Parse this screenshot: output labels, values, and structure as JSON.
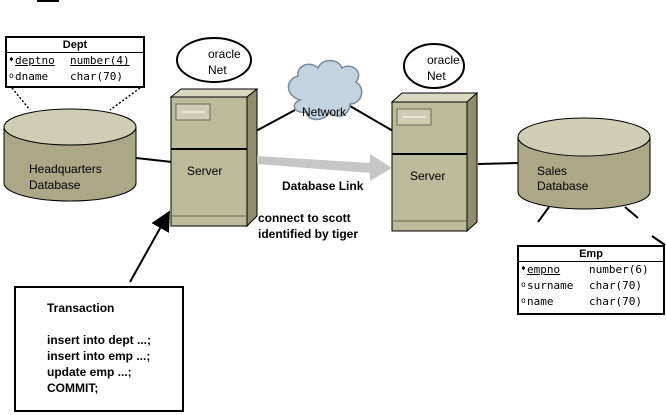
{
  "dept_table": {
    "title": "Dept",
    "rows": [
      {
        "bullet": "♦",
        "name": "deptno",
        "type": "number(4)"
      },
      {
        "bullet": "o",
        "name": "dname",
        "type": "char(70)"
      }
    ]
  },
  "emp_table": {
    "title": "Emp",
    "rows": [
      {
        "bullet": "♦",
        "name": "empno",
        "type": "number(6)"
      },
      {
        "bullet": "o",
        "name": "surname",
        "type": "char(70)"
      },
      {
        "bullet": "o",
        "name": "name",
        "type": "char(70)"
      }
    ]
  },
  "headquarters_db": {
    "line1": "Headquarters",
    "line2": "Database"
  },
  "sales_db": {
    "line1": "Sales",
    "line2": "Database"
  },
  "server_left": {
    "label": "Server"
  },
  "server_right": {
    "label": "Server"
  },
  "oracle_net_left": {
    "line1": "oracle",
    "line2": "Net"
  },
  "oracle_net_right": {
    "line1": "oracle",
    "line2": "Net"
  },
  "network": {
    "label": "Network"
  },
  "database_link": {
    "label": "Database Link"
  },
  "connect": {
    "line1": "connect to scott",
    "line2": "identified by tiger"
  },
  "transaction": {
    "title": "Transaction",
    "lines": [
      "insert into dept ...;",
      "insert into emp ...;",
      "update emp ...;",
      "COMMIT;"
    ]
  },
  "colors": {
    "server_body": "#bcbb9c",
    "server_side": "#8f8e6c",
    "db_top": "#cfcdb3",
    "db_body": "#aaa886",
    "cloud": "#c3d3e0",
    "arrow_gray": "#c6c6c6"
  }
}
